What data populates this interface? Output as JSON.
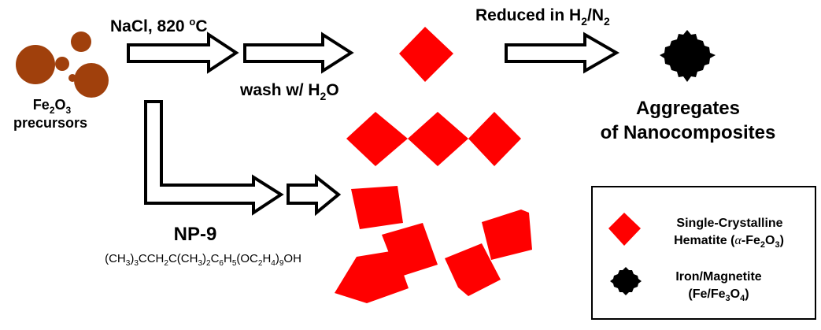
{
  "precursor_label": {
    "formula_base": "Fe",
    "sub1": "2",
    "o": "O",
    "sub2": "3",
    "word": "precursors"
  },
  "step1": {
    "top_label": "NaCl, 820 ",
    "degree": "o",
    "unit": "C",
    "wash_base": "wash w/ H",
    "wash_sub": "2",
    "wash_tail": "O"
  },
  "step2": {
    "label_base": "Reduced in H",
    "sub1": "2",
    "slash": "/N",
    "sub2": "2"
  },
  "product_label": {
    "line1": "Aggregates",
    "line2": "of Nanocomposites"
  },
  "np9": {
    "name": "NP-9",
    "f1": "(CH",
    "s1": "3",
    "f2": ")",
    "s2": "3",
    "f3": "CCH",
    "s3": "2",
    "f4": "C(CH",
    "s4": "3",
    "f5": ")",
    "s5": "2",
    "f6": "C",
    "s6": "6",
    "f7": "H",
    "s7": "5",
    "f8": "(OC",
    "s8": "2",
    "f9": "H",
    "s9": "4",
    "f10": ")",
    "s10": "9",
    "f11": "OH"
  },
  "legend": {
    "hematite_line1": "Single-Crystalline",
    "hematite_line2_a": "Hematite (",
    "hematite_alpha": "α",
    "hematite_line2_b": "-Fe",
    "hematite_s1": "2",
    "hematite_o": "O",
    "hematite_s2": "3",
    "hematite_close": ")",
    "magnetite_line1": "Iron/Magnetite",
    "magnetite_line2_a": "(Fe/Fe",
    "magnetite_s1": "3",
    "magnetite_o": "O",
    "magnetite_s2": "4",
    "magnetite_close": ")"
  },
  "colors": {
    "precursor": "#a0400c",
    "hematite": "#ff0000",
    "magnetite": "#000000"
  }
}
